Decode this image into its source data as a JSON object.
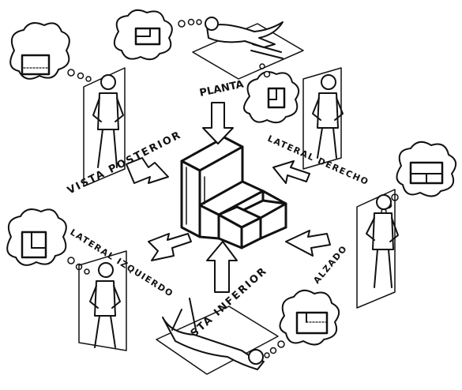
{
  "labels": {
    "planta": "PLANTA",
    "vista_posterior": "VISTA POSTERIOR",
    "lateral_derecho": "LATERAL DERECHO",
    "lateral_izquierdo": "LATERAL IZQUIERDO",
    "vista_inferior": "VISTA INFERIOR",
    "alzado": "ALZADO"
  },
  "colors": {
    "ink": "#111111",
    "background": "#ffffff"
  }
}
